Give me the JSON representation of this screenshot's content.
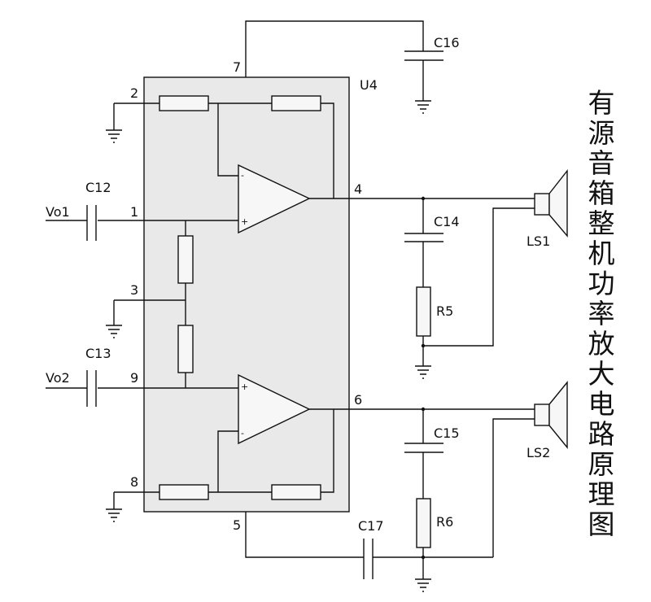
{
  "title": "有源音箱整机功率放大电路原理图",
  "colors": {
    "ic_fill": "#e9e9e9",
    "line": "#111111",
    "background": "#ffffff"
  },
  "ic": {
    "ref": "U4",
    "amp_top_signs": [
      "-",
      "+"
    ],
    "amp_bottom_signs": [
      "+",
      "-"
    ]
  },
  "pins": {
    "p1": "1",
    "p2": "2",
    "p3": "3",
    "p4": "4",
    "p5": "5",
    "p6": "6",
    "p7": "7",
    "p8": "8",
    "p9": "9"
  },
  "inputs": {
    "in1": "Vo1",
    "in2": "Vo2"
  },
  "capacitors": {
    "c12": "C12",
    "c13": "C13",
    "c14": "C14",
    "c15": "C15",
    "c16": "C16",
    "c17": "C17"
  },
  "resistors": {
    "r5": "R5",
    "r6": "R6"
  },
  "speakers": {
    "ls1": "LS1",
    "ls2": "LS2"
  }
}
